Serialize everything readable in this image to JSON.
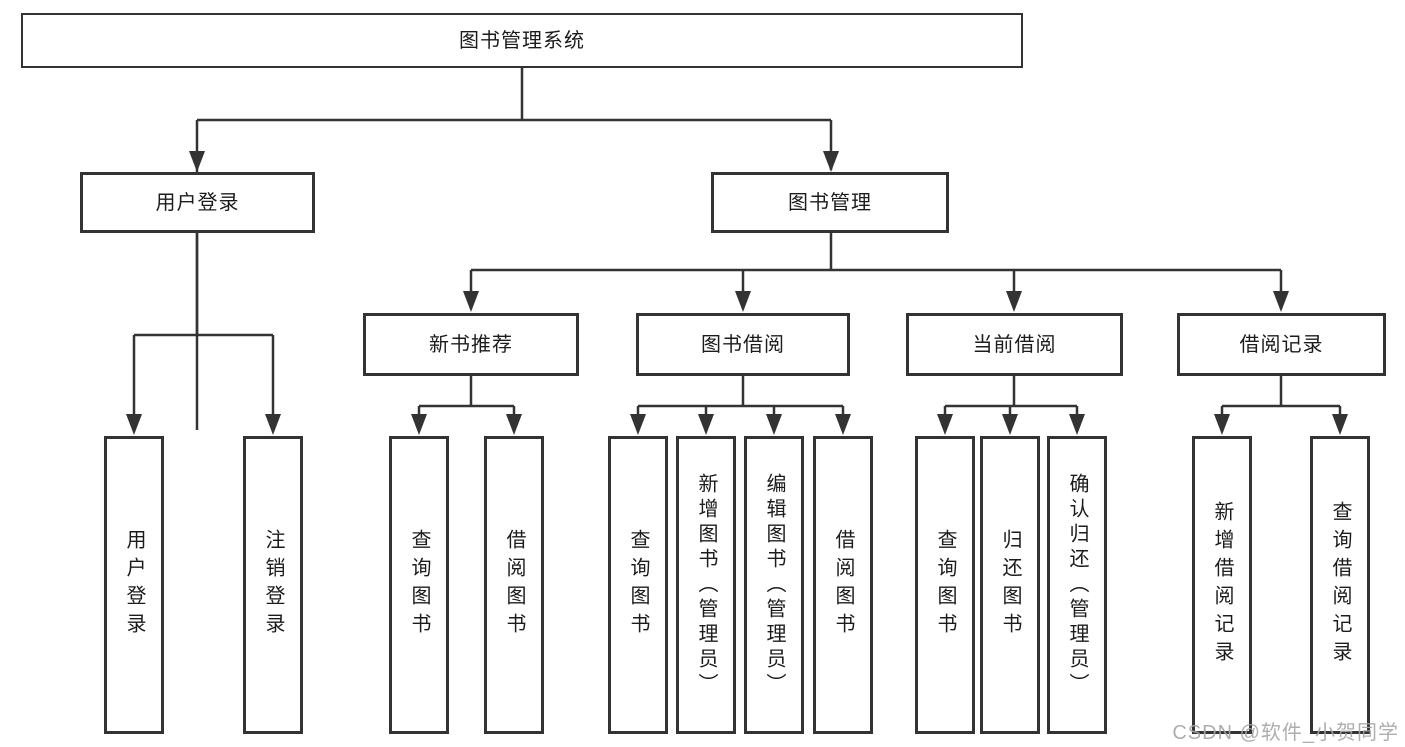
{
  "diagram": {
    "root_label": "图书管理系统",
    "user_login": {
      "label": "用户登录",
      "children": [
        "用户登录",
        "注销登录"
      ]
    },
    "book_mgmt": {
      "label": "图书管理"
    },
    "new_book_rec": {
      "label": "新书推荐",
      "children": [
        "查询图书",
        "借阅图书"
      ]
    },
    "book_borrow": {
      "label": "图书借阅",
      "children": [
        "查询图书",
        "新增图书（管理员）",
        "编辑图书（管理员）",
        "借阅图书"
      ]
    },
    "current_borrow": {
      "label": "当前借阅",
      "children": [
        "查询图书",
        "归还图书",
        "确认归还（管理员）"
      ]
    },
    "borrow_record": {
      "label": "借阅记录",
      "children": [
        "新增借阅记录",
        "查询借阅记录"
      ]
    },
    "watermark": "CSDN @软件_小贺同学",
    "colors": {
      "line": "#333333",
      "text": "#1c1c1c",
      "watermark": "#a5a5a5",
      "background": "#ffffff"
    }
  }
}
